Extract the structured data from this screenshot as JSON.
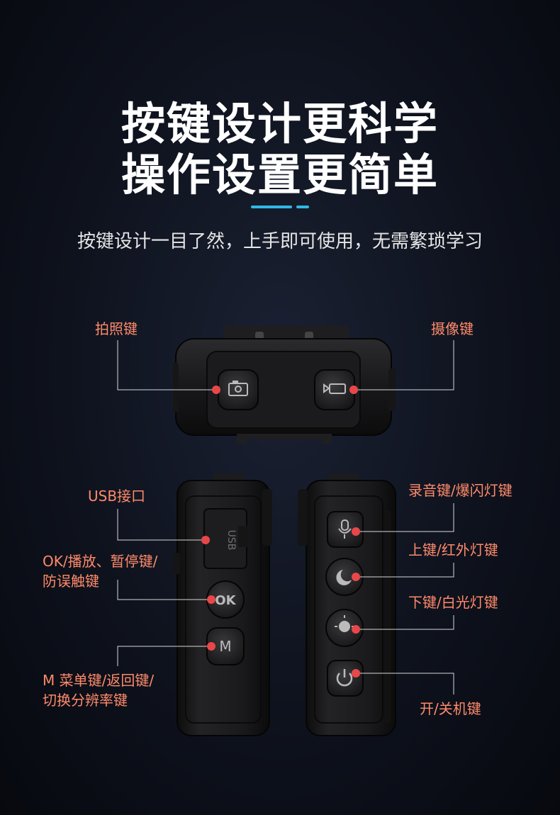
{
  "header": {
    "title_line1": "按键设计更科学",
    "title_line2": "操作设置更简单",
    "subtitle": "按键设计一目了然，上手即可使用，无需繁琐学习",
    "accent_color": "#2fb8e6"
  },
  "callouts": {
    "photo_key": "拍照键",
    "video_key": "摄像键",
    "usb_port": "USB接口",
    "ok_key_line1": "OK/播放、暂停键/",
    "ok_key_line2": "防误触键",
    "m_key_line1": "M 菜单键/返回键/",
    "m_key_line2": "切换分辨率键",
    "record_key": "录音键/爆闪灯键",
    "up_key": "上键/红外灯键",
    "down_key": "下键/白光灯键",
    "power_key": "开/关机键",
    "label_color": "#ff8a6a",
    "marker_color": "#e8474a"
  },
  "device": {
    "usb_cover_text": "USB",
    "ok_button_text": "OK",
    "m_button_text": "M",
    "button_icons": [
      "camera-icon",
      "video-camera-icon",
      "microphone-icon",
      "moon-icon",
      "light-bulb-icon",
      "power-icon"
    ]
  }
}
